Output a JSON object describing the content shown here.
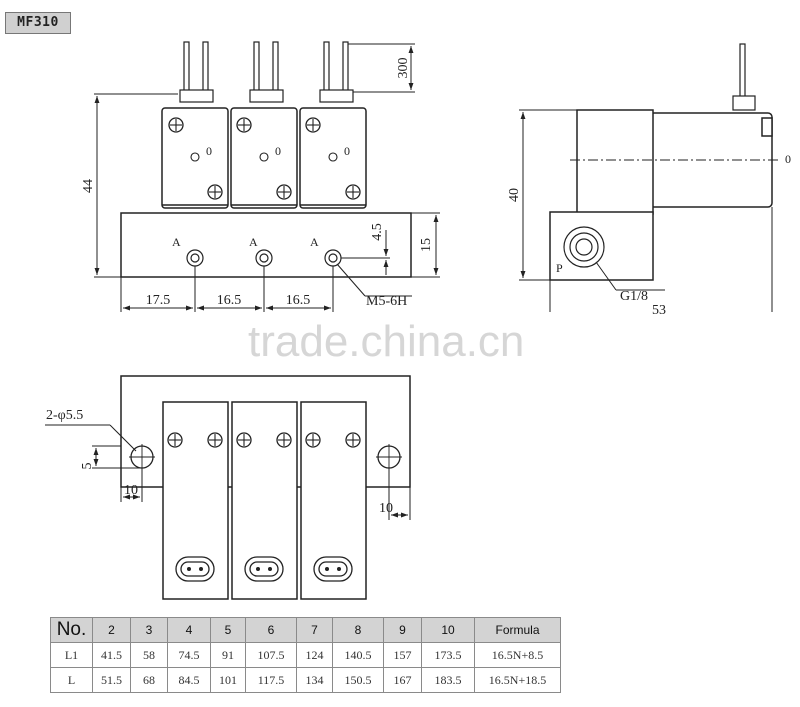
{
  "model": "MF310",
  "watermark": "trade.china.cn",
  "front_view": {
    "dim_height": "44",
    "dim_wire": "300",
    "dim_base_height": "15",
    "dim_port_offset": "4.5",
    "port_label": "A",
    "center_label": "0",
    "dim_spacing_1": "17.5",
    "dim_spacing_2": "16.5",
    "dim_spacing_3": "16.5",
    "thread_label": "M5-6H"
  },
  "side_view": {
    "dim_height": "40",
    "center_label": "0",
    "port_label": "P",
    "thread_label": "G1/8",
    "dim_partial": "53"
  },
  "bottom_view": {
    "hole_label": "2-φ5.5",
    "dim_hole_offset": "5",
    "dim_left": "10",
    "dim_right": "10"
  },
  "table": {
    "header": [
      "No.",
      "2",
      "3",
      "4",
      "5",
      "6",
      "7",
      "8",
      "9",
      "10",
      "Formula"
    ],
    "rows": [
      [
        "L1",
        "41.5",
        "58",
        "74.5",
        "91",
        "107.5",
        "124",
        "140.5",
        "157",
        "173.5",
        "16.5N+8.5"
      ],
      [
        "L",
        "51.5",
        "68",
        "84.5",
        "101",
        "117.5",
        "134",
        "150.5",
        "167",
        "183.5",
        "16.5N+18.5"
      ]
    ]
  }
}
